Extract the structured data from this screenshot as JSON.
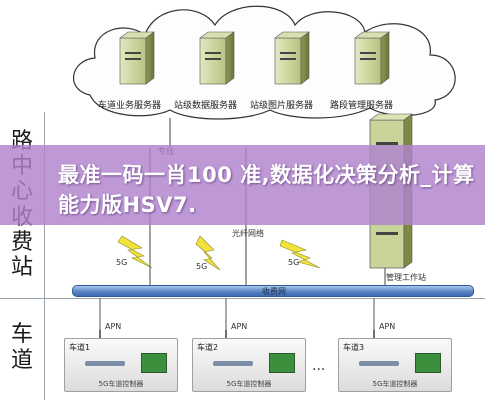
{
  "side_labels": {
    "station": [
      "路",
      "中",
      "心",
      "收",
      "费",
      "站"
    ],
    "lane": [
      "车",
      "道"
    ]
  },
  "servers": [
    {
      "label": "车道业务服务器"
    },
    {
      "label": "站级数据服务器"
    },
    {
      "label": "站级图片服务器"
    },
    {
      "label": "路段管理服务器"
    }
  ],
  "labels": {
    "private_line": "专线",
    "fiber": "光纤网络",
    "workstation": "管理工作站",
    "toll_net": "收费网",
    "apn": "APN",
    "dots": "...",
    "g5_left": "5G",
    "g5_mid": "5G",
    "g5_right": "5G"
  },
  "lanes": [
    {
      "lane": "车道1",
      "name": "5G车道控制器"
    },
    {
      "lane": "车道2",
      "name": "5G车道控制器"
    },
    {
      "lane": "车道3",
      "name": "5G车道控制器"
    }
  ],
  "banner": {
    "text": "最准一码一肖100 准,数据化决策分析_计算能力版HSV7."
  },
  "colors": {
    "banner": "#b082cd",
    "bus": "#5b86c4",
    "lightning": "#f2e23a",
    "server": "#c9d49a"
  }
}
